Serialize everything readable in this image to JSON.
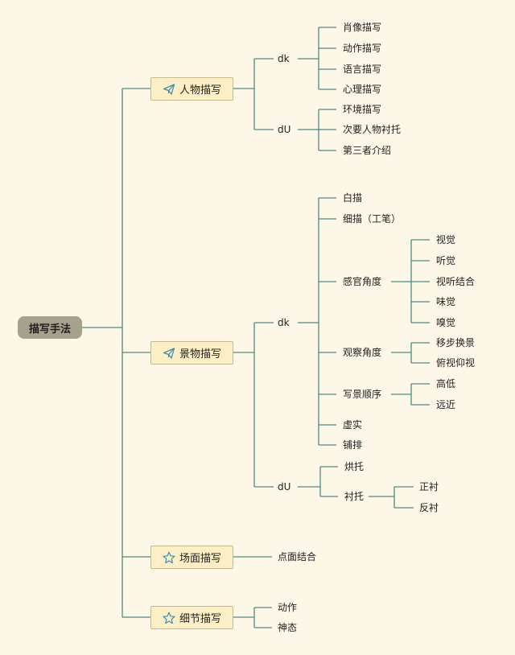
{
  "root": {
    "label": "描写手法"
  },
  "branches": [
    {
      "label": "人物描写",
      "icon": "paper-plane-icon",
      "groups": [
        {
          "label": "dk",
          "items": [
            "肖像描写",
            "动作描写",
            "语言描写",
            "心理描写"
          ]
        },
        {
          "label": "dU",
          "items": [
            "环境描写",
            "次要人物衬托",
            "第三者介绍"
          ]
        }
      ]
    },
    {
      "label": "景物描写",
      "icon": "paper-plane-icon",
      "dk": {
        "label": "dk",
        "white": "白描",
        "fine": "细描（工笔）",
        "senses": {
          "label": "感官角度",
          "items": [
            "视觉",
            "听觉",
            "视听结合",
            "味觉",
            "嗅觉"
          ]
        },
        "observe": {
          "label": "观察角度",
          "items": [
            "移步换景",
            "俯视仰视"
          ]
        },
        "order": {
          "label": "写景顺序",
          "items": [
            "高低",
            "远近"
          ]
        },
        "virtual": "虚实",
        "parallel": "铺排"
      },
      "dU": {
        "label": "dU",
        "foil": "烘托",
        "contrast": {
          "label": "衬托",
          "items": [
            "正衬",
            "反衬"
          ]
        }
      }
    },
    {
      "label": "场面描写",
      "icon": "star-icon",
      "items": [
        "点面结合"
      ]
    },
    {
      "label": "细节描写",
      "icon": "star-icon",
      "items": [
        "动作",
        "神态"
      ]
    }
  ],
  "colors": {
    "line": "#4e8a80",
    "branch_fill": "#fcefc6",
    "root_fill": "#a6a08c",
    "background": "#fdf7e8"
  }
}
